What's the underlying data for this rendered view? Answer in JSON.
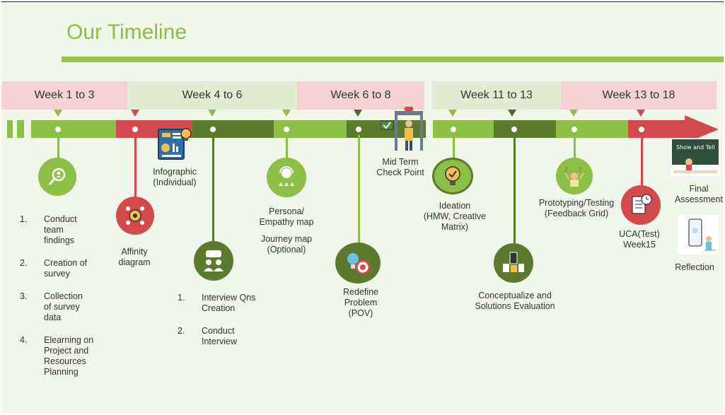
{
  "title": "Our Timeline",
  "weeks": [
    "Week 1 to 3",
    "Week 4 to 6",
    "Week 6 to 8",
    "Week 11 to 13",
    "Week 13 to 18"
  ],
  "milestones": {
    "infographic": "Infographic\n(Individual)",
    "affinity": "Affinity\ndiagram",
    "persona": "Persona/\nEmpathy map",
    "journey": "Journey map\n(Optional)",
    "midterm": "Mid Term\nCheck Point",
    "redefine": "Redefine\nProblem\n(POV)",
    "ideation": "Ideation\n(HMW, Creative\nMatrix)",
    "conceptualize": "Conceptualize and\nSolutions Evaluation",
    "prototyping": "Prototyping/Testing\n(Feedback Grid)",
    "uca": "UCA(Test)\nWeek15",
    "final": "Final\nAssessment",
    "reflection": "Reflection",
    "show_and_tell": "Show and Tell"
  },
  "list_week1": [
    {
      "num": "1.",
      "text": "Conduct\nteam\nfindings"
    },
    {
      "num": "2.",
      "text": "Creation of\nsurvey"
    },
    {
      "num": "3.",
      "text": "Collection\nof survey\ndata"
    },
    {
      "num": "4.",
      "text": "Elearning on\nProject and\nResources\nPlanning"
    }
  ],
  "list_week4": [
    {
      "num": "1.",
      "text": "Interview Qns\nCreation"
    },
    {
      "num": "2.",
      "text": "Conduct\nInterview"
    }
  ],
  "colors": {
    "light_green": "#8bbf45",
    "dark_green": "#5b7a2d",
    "red": "#d24a4c",
    "title_green": "#8fbc45"
  },
  "icons": [
    "magnifier-person-icon",
    "infographic-icon",
    "affinity-gear-icon",
    "team-icon",
    "support-agent-icon",
    "scanner-person-icon",
    "lightbulb-target-icon",
    "lightbulb-check-icon",
    "devices-icon",
    "prototype-person-icon",
    "checklist-clock-icon",
    "board-icon",
    "phone-reflection-icon"
  ]
}
